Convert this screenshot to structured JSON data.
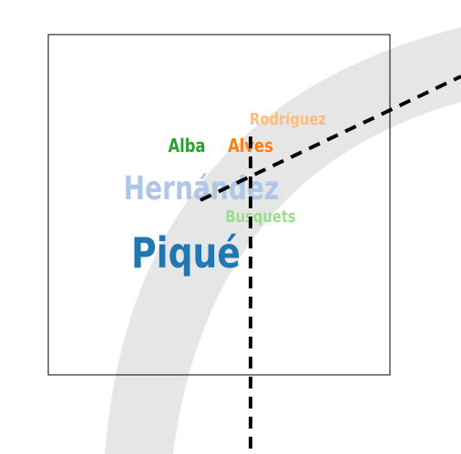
{
  "words": [
    {
      "text": "Piqué",
      "color": "#1f77b4"
    },
    {
      "text": "Hernández",
      "color": "#aec7e8"
    },
    {
      "text": "Alba",
      "color": "#2ca02c"
    },
    {
      "text": "Alves",
      "color": "#ff7f0e"
    },
    {
      "text": "Rodríguez",
      "color": "#ffbb78"
    },
    {
      "text": "Busquets",
      "color": "#98df8a"
    }
  ],
  "colors": {
    "arc_band": "#e6e6e6",
    "frame": "#000000",
    "dashed_line": "#000000"
  }
}
